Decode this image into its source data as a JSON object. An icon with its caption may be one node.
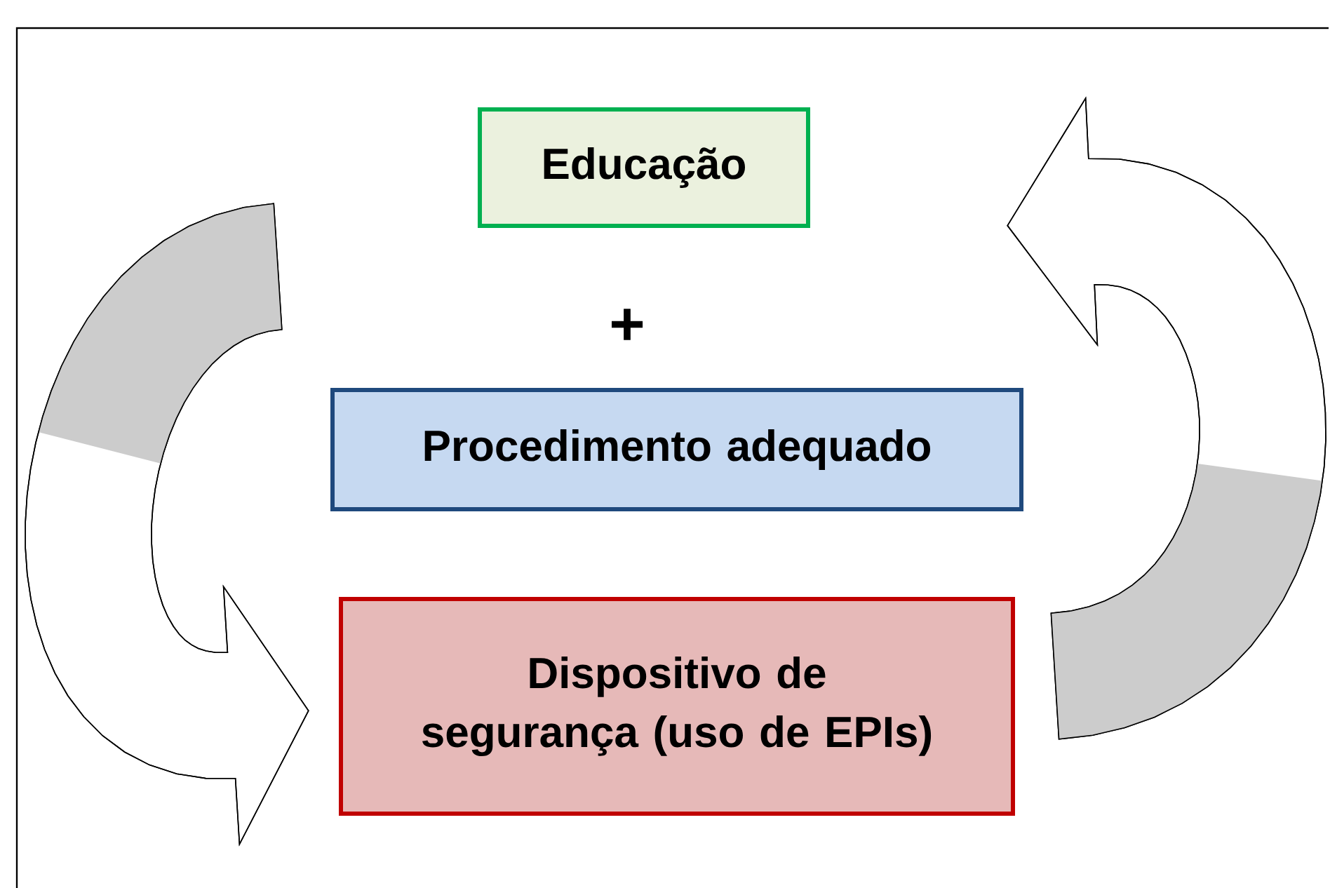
{
  "diagram": {
    "nodes": [
      {
        "text": [
          "Educação"
        ]
      },
      {
        "text": [
          "Procedimento adequado"
        ]
      },
      {
        "text": [
          "Dispositivo de segurança (uso de EPIs)"
        ]
      }
    ],
    "edges": [
      {
        "from": null,
        "to": 2,
        "arrow": "to"
      },
      {
        "from": 2,
        "to": null,
        "arrow": "to"
      }
    ],
    "labels": [
      "+"
    ]
  }
}
